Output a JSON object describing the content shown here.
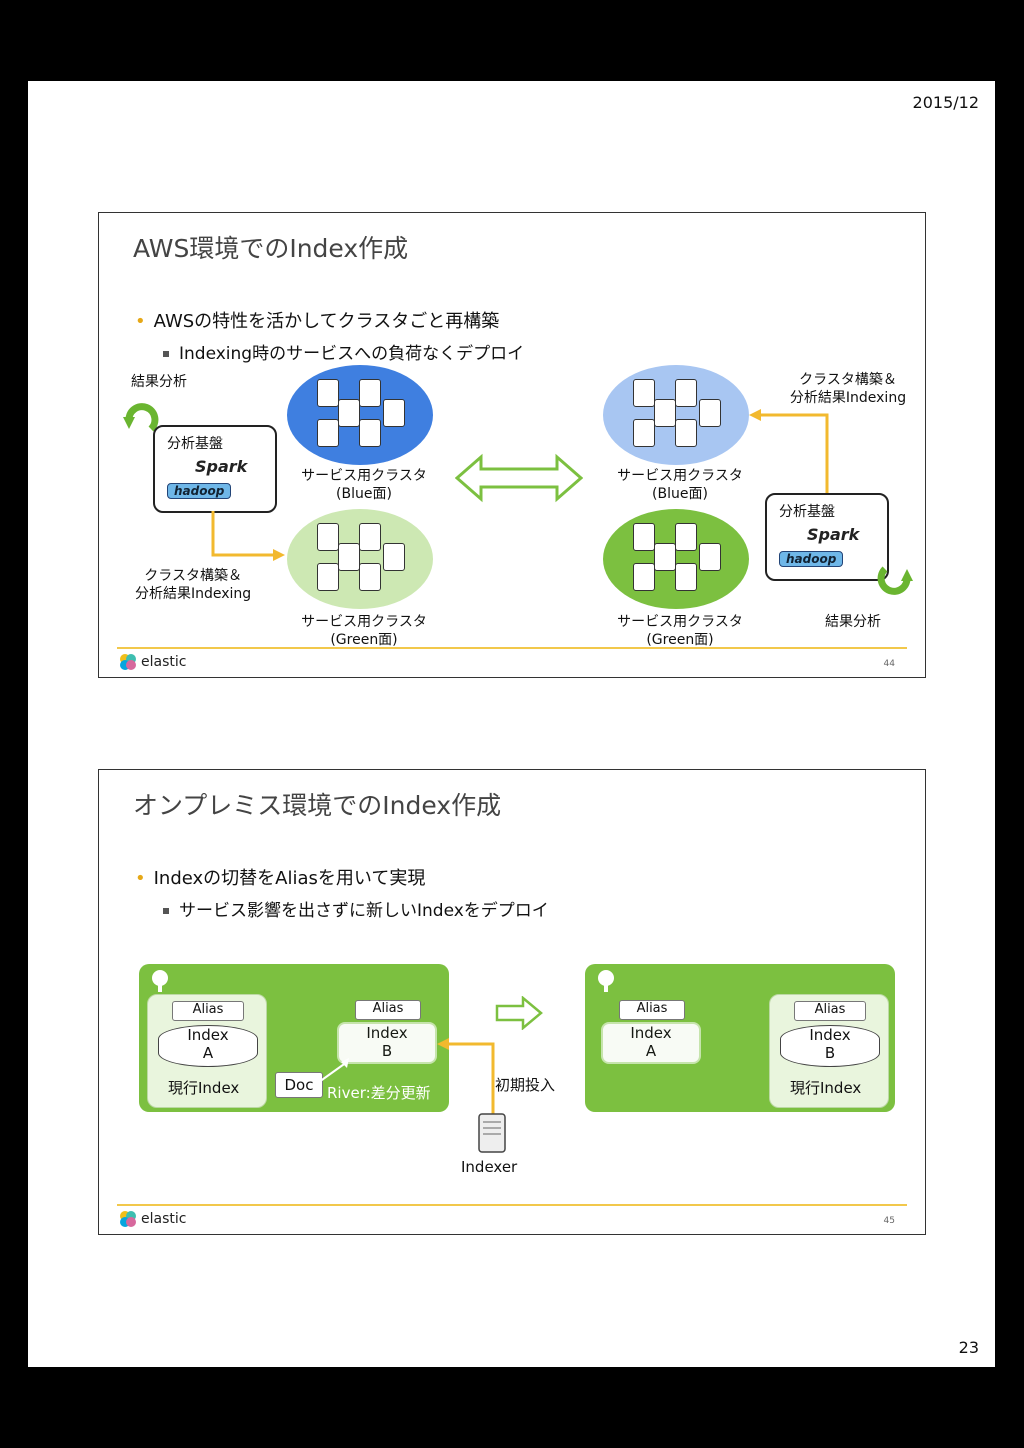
{
  "header": {
    "date": "2015/12",
    "page_number": "23"
  },
  "slide1": {
    "title": "AWS環境でのIndex作成",
    "bullet": "AWSの特性を活かしてクラスタごと再構築",
    "sub_bullet": "Indexing時のサービスへの負荷なくデプロイ",
    "left_analysis_label": "結果分析",
    "left_platform_label": "分析基盤",
    "spark": "Spark",
    "hadoop": "hadoop",
    "left_build_label_1": "クラスタ構築＆",
    "left_build_label_2": "分析結果Indexing",
    "blue_cluster_left_1": "サービス用クラスタ",
    "blue_cluster_left_2": "(Blue面)",
    "green_cluster_left_1": "サービス用クラスタ",
    "green_cluster_left_2": "(Green面)",
    "blue_cluster_right_1": "サービス用クラスタ",
    "blue_cluster_right_2": "(Blue面)",
    "green_cluster_right_1": "サービス用クラスタ",
    "green_cluster_right_2": "(Green面)",
    "right_build_label_1": "クラスタ構築＆",
    "right_build_label_2": "分析結果Indexing",
    "right_platform_label": "分析基盤",
    "right_analysis_label": "結果分析",
    "footer_brand": "elastic",
    "slide_number": "44"
  },
  "slide2": {
    "title": "オンプレミス環境でのIndex作成",
    "bullet": "Indexの切替をAliasを用いて実現",
    "sub_bullet": "サービス影響を出さずに新しいIndexをデプロイ",
    "left_alias_a": "Alias",
    "left_index_a_1": "Index",
    "left_index_a_2": "A",
    "left_current": "現行Index",
    "left_alias_b": "Alias",
    "left_index_b_1": "Index",
    "left_index_b_2": "B",
    "doc": "Doc",
    "river": "River:差分更新",
    "initial_load": "初期投入",
    "indexer": "Indexer",
    "right_alias_a": "Alias",
    "right_index_a_1": "Index",
    "right_index_a_2": "A",
    "right_alias_b": "Alias",
    "right_index_b_1": "Index",
    "right_index_b_2": "B",
    "right_current": "現行Index",
    "footer_brand": "elastic",
    "slide_number": "45"
  },
  "colors": {
    "blue": "#3f7fe0",
    "light_blue": "#a8c6f2",
    "green": "#7cc040",
    "light_green": "#cde8b3",
    "accent": "#f2c84b"
  }
}
